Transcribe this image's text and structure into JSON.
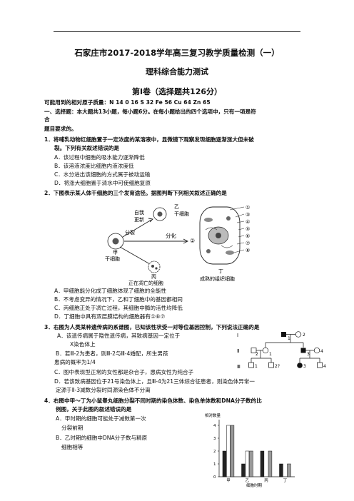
{
  "header": {
    "title": "石家庄市2017-2018学年高三复习教学质量检测（一）",
    "subtitle": "理科综合能力测试",
    "section": "第Ⅰ卷（选择题共126分）"
  },
  "atomic_masses": "可能用到的相对原子质量：N 14 0 16 S 32     Fe 56   Cu 64     Zn 65",
  "instructions": [
    "一、选择题：本大题共13小题，每小题6分。在每小题给出的四个选项中，只有一项是符",
    "合",
    "题目要求的。"
  ],
  "q1": {
    "stem": [
      "1．将哺乳动物红细胞置于一定浓度的某溶液中，显微镜下观察发现细胞逐渐涨大但未破",
      "裂。下列有关叙述错误的是"
    ],
    "options": [
      "A．该过程中细胞的吸水能力逐渐降低",
      "B．该溶液浓度比细胞内液浓度低",
      "C．水分进出该细胞的方式属于被动运输",
      "D．将涨大细胞置于清水中可使细胞复原"
    ]
  },
  "q2": {
    "stem": "2．下图表示某人体干细胞的三个发育途径。据图判断下列相关叙述正确的是",
    "diagram": {
      "self_renew": [
        "自我",
        "更新"
      ],
      "yi": "乙",
      "stem_cell_label": "干细胞",
      "divide": "分裂",
      "differentiate": "分化",
      "jia": "甲",
      "jia_label": "干细胞",
      "bing": "丙",
      "bing_label": "正在凋亡的细胞",
      "ding": "丁",
      "ding_label": "成熟的组织细胞",
      "label_2": "②",
      "markers": [
        "①",
        "③",
        "④",
        "⑤",
        "⑥",
        "⑦",
        "⑧"
      ]
    },
    "options": [
      "A．甲细胞能分化成丁细胞体现了细胞的全能性",
      "B．不考虑变异的情况下，乙和丁细胞中的基因都相同",
      "C．丙细胞正处于凋亡过程，其细胞中酶的活性均降低",
      "D．丁细胞中具有双层膜结构的细胞器有①⑥⑦"
    ]
  },
  "q3": {
    "stem": "3．右图为人类某种遗传病的系谱图，已知该性状受一对等位基因控制，下列说法正确的是",
    "options": [
      "A．该遗传病属于隐性遗传病，其致病基因一定位于",
      "X染色体上",
      "B．若Ⅲ-2为患者，则Ⅲ-2与Ⅲ-4婚配，所生男孩",
      "患病的概率为1/4",
      "C．图中表现型正常的女性都是杂合子，患病女性为纯合子",
      "D．若该致病基因位于21号染色体上，且Ⅲ-4为21三体综合征患者，则染色体异常一",
      "定源于Ⅱ-3减数分裂时同源染色体不分离"
    ],
    "pedigree": {
      "generations": [
        "Ⅰ",
        "Ⅱ",
        "Ⅲ"
      ],
      "gen1": [
        "1",
        "2"
      ],
      "gen2": [
        "1",
        "2",
        "3",
        "4"
      ],
      "gen3": [
        "1",
        "2?",
        "3",
        "4"
      ]
    }
  },
  "q4": {
    "stem": [
      "4．右图中甲～丁为小鼠睾丸细胞分裂不同时期的染色体数、染色单体数和DNA分子数的比",
      "例图，关于此图的叙述错误的是"
    ],
    "options": [
      "A．甲时期的细胞可能处于减数第一次",
      "分裂前期",
      "B．乙时期的细胞中DNA分子数与精原",
      "细胞相等"
    ],
    "chart": {
      "ylabel": "相对数量",
      "xlabel": "细胞时期",
      "yticks": [
        "4",
        "3",
        "2",
        "1",
        "0"
      ],
      "categories": [
        "甲",
        "乙",
        "丙",
        "丁"
      ]
    }
  },
  "chart_data": {
    "type": "bar",
    "title": "",
    "xlabel": "细胞时期",
    "ylabel": "相对数量",
    "ylim": [
      0,
      4
    ],
    "categories": [
      "甲",
      "乙",
      "丙",
      "丁"
    ],
    "series": [
      {
        "values": [
          2,
          1,
          2,
          1
        ]
      },
      {
        "values": [
          4,
          2,
          0,
          0
        ]
      },
      {
        "values": [
          4,
          2,
          2,
          1
        ]
      }
    ],
    "colors": [
      "#222222",
      "#ffffff",
      "#999999"
    ]
  }
}
